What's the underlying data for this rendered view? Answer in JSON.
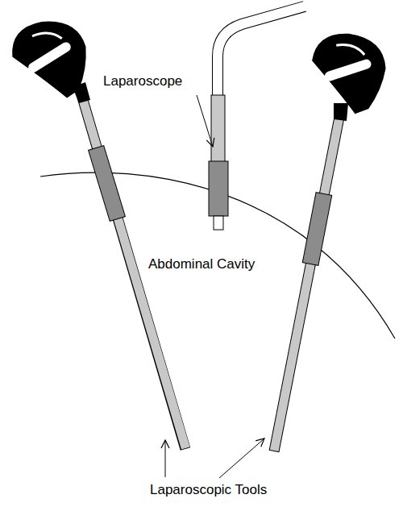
{
  "diagram": {
    "labels": [
      "Laparoscope",
      "Abdominal Cavity",
      "Laparoscopic Tools"
    ]
  }
}
